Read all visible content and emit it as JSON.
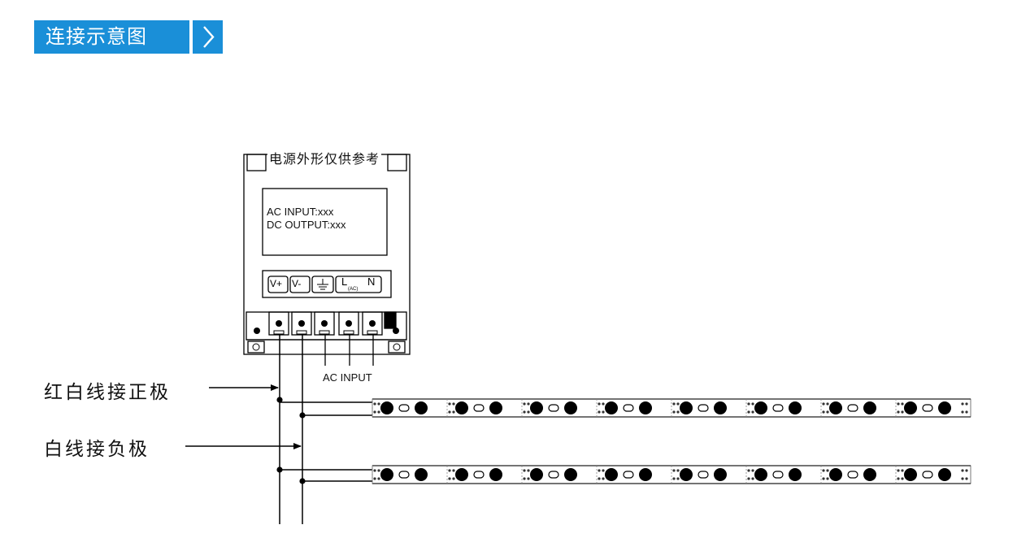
{
  "header": {
    "title": "连接示意图",
    "arrow_icon": "chevron-right-icon",
    "accent_color": "#1a8fd8"
  },
  "power_supply": {
    "caption": "电源外形仅供参考",
    "plate_line1": "AC INPUT:xxx",
    "plate_line2": "DC OUTPUT:xxx",
    "terminals": {
      "v_plus": "V+",
      "v_minus": "V-",
      "ground_icon": "ground-icon",
      "l": "L",
      "ac": "(AC)",
      "n": "N"
    },
    "ac_input_label": "AC INPUT"
  },
  "wiring": {
    "positive_label": "红白线接正极",
    "negative_label": "白线接负极"
  },
  "strips": {
    "count": 2,
    "led_icon": "led-chip-icon"
  }
}
